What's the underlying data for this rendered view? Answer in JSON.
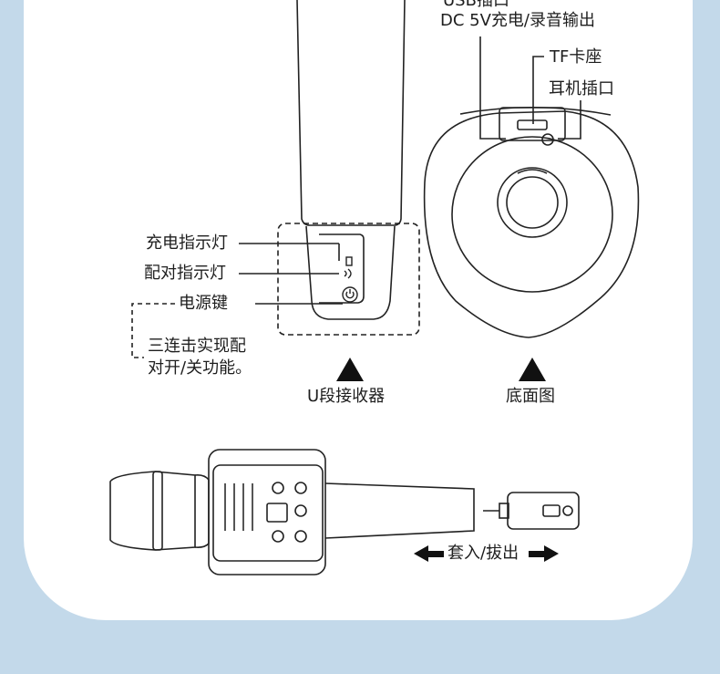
{
  "callouts": {
    "usb": "USB插口",
    "dc": "DC 5V充电/录音输出",
    "tf": "TF卡座",
    "earphone": "耳机插口",
    "charge_led": "充电指示灯",
    "pair_led": "配对指示灯",
    "power_key": "电源键"
  },
  "note": {
    "line1": "三连击实现配",
    "line2": "对开/关功能。"
  },
  "captions": {
    "receiver": "U段接收器",
    "bottom_view": "底面图",
    "insert_remove": "套入/拔出"
  },
  "icons": [
    "up-triangle-icon",
    "left-arrow-icon",
    "right-arrow-icon",
    "power-icon",
    "battery-icon",
    "signal-icon"
  ]
}
